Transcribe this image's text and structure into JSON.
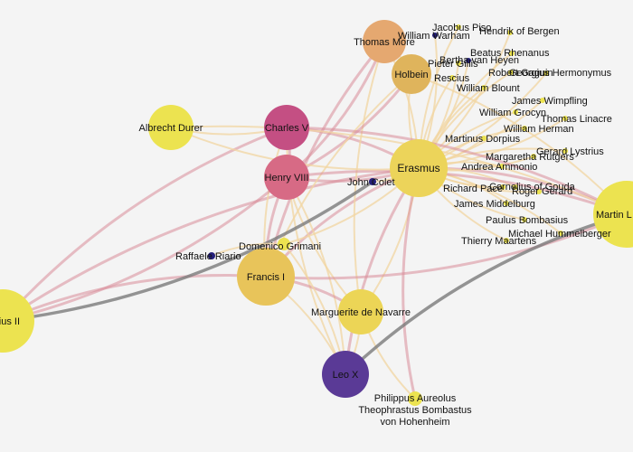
{
  "palette": {
    "background": "#f4f4f4",
    "edge_light": "#f2d6a2",
    "edge_pink": "#d98c99",
    "edge_gray": "#7a7a7a",
    "yellow": "#ece350",
    "orange_light": "#e8c45a",
    "orange": "#e5a870",
    "tan": "#dca968",
    "magenta": "#c44f83",
    "rose": "#d76a85",
    "purple": "#5a3a96",
    "navy": "#241f7a"
  },
  "network": {
    "nodes": [
      {
        "id": "erasmus",
        "label": "Erasmus",
        "color": "#ecd45a",
        "size": "hub"
      },
      {
        "id": "thomas_more",
        "label": "Thomas More",
        "color": "#e5a870",
        "size": "large"
      },
      {
        "id": "holbein",
        "label": "Holbein",
        "color": "#dfb45c",
        "size": "medium"
      },
      {
        "id": "charles_v",
        "label": "Charles V",
        "color": "#c44f83",
        "size": "large"
      },
      {
        "id": "henry_viii",
        "label": "Henry VIII",
        "color": "#d76a85",
        "size": "large"
      },
      {
        "id": "albrecht_durer",
        "label": "Albrecht Durer",
        "color": "#ece350",
        "size": "large"
      },
      {
        "id": "francis_i",
        "label": "Francis I",
        "color": "#e8c45a",
        "size": "large"
      },
      {
        "id": "marguerite",
        "label": "Marguerite de Navarre",
        "color": "#ecd556",
        "size": "large"
      },
      {
        "id": "leo_x",
        "label": "Leo X",
        "color": "#5a3a96",
        "size": "large"
      },
      {
        "id": "julius_ii",
        "label": "ius II",
        "color": "#ece350",
        "size": "large"
      },
      {
        "id": "martin_luther",
        "label": "Martin L",
        "color": "#ece350",
        "size": "large"
      },
      {
        "id": "paracelsus",
        "label": "Philippus Aureolus Theophrastus Bombastus von Hohenheim",
        "lines": [
          "Philippus Aureolus",
          "Theophrastus Bombastus",
          "von Hohenheim"
        ],
        "color": "#ece350",
        "size": "small"
      },
      {
        "id": "john_colet",
        "label": "John Colet",
        "color": "#241f7a",
        "size": "dot"
      },
      {
        "id": "raffaele_riario",
        "label": "Raffaele Riario",
        "color": "#241f7a",
        "size": "dot"
      },
      {
        "id": "domenico_grimani",
        "label": "Domenico Grimani",
        "color": "#ece350",
        "size": "small"
      },
      {
        "id": "jacobus_piso",
        "label": "Jacobus Piso",
        "color": "#ece350",
        "size": "small"
      },
      {
        "id": "william_warham",
        "label": "William Warham",
        "color": "#241f7a",
        "size": "dot"
      },
      {
        "id": "hendrik_of_bergen",
        "label": "Hendrik of Bergen",
        "color": "#ece350",
        "size": "small"
      },
      {
        "id": "beatus_rhenanus",
        "label": "Beatus Rhenanus",
        "color": "#ece350",
        "size": "small"
      },
      {
        "id": "bertha_van_heyen",
        "label": "Bertha van Heyen",
        "color": "#241f7a",
        "size": "dot"
      },
      {
        "id": "pieter_gillis",
        "label": "Pieter Gillis",
        "color": "#ece350",
        "size": "small"
      },
      {
        "id": "robert_gaguin",
        "label": "Robert Gaguin",
        "color": "#ece350",
        "size": "small"
      },
      {
        "id": "georgius_hermonymus",
        "label": "Georgius Hermonymus",
        "color": "#ece350",
        "size": "small"
      },
      {
        "id": "rescius",
        "label": "Rescius",
        "color": "#ece350",
        "size": "small"
      },
      {
        "id": "william_blount",
        "label": "William Blount",
        "color": "#ece350",
        "size": "small"
      },
      {
        "id": "james_wimpfling",
        "label": "James Wimpfling",
        "color": "#ece350",
        "size": "small"
      },
      {
        "id": "william_grocyn",
        "label": "William Grocyn",
        "color": "#ece350",
        "size": "small"
      },
      {
        "id": "thomas_linacre",
        "label": "Thomas Linacre",
        "color": "#ece350",
        "size": "small"
      },
      {
        "id": "william_herman",
        "label": "William Herman",
        "color": "#ece350",
        "size": "small"
      },
      {
        "id": "martinus_dorpius",
        "label": "Martinus Dorpius",
        "color": "#ece350",
        "size": "small"
      },
      {
        "id": "gerard_lystrius",
        "label": "Gerard Lystrius",
        "color": "#ece350",
        "size": "small"
      },
      {
        "id": "margaretha_rutgers",
        "label": "Margaretha Rutgers",
        "color": "#ece350",
        "size": "small"
      },
      {
        "id": "andrea_ammonio",
        "label": "Andrea Ammonio",
        "color": "#ece350",
        "size": "small"
      },
      {
        "id": "richard_pace",
        "label": "Richard Pace",
        "color": "#ece350",
        "size": "small"
      },
      {
        "id": "cornelius_of_gouda",
        "label": "Cornelius of Gouda",
        "color": "#ece350",
        "size": "small"
      },
      {
        "id": "roger_gerard",
        "label": "Roger Gerard",
        "color": "#ece350",
        "size": "small"
      },
      {
        "id": "james_middelburg",
        "label": "James Middelburg",
        "color": "#ece350",
        "size": "small"
      },
      {
        "id": "paulus_bombasius",
        "label": "Paulus Bombasius",
        "color": "#ece350",
        "size": "small"
      },
      {
        "id": "michael_hummelberger",
        "label": "Michael Hummelberger",
        "color": "#ece350",
        "size": "small"
      },
      {
        "id": "thierry_maartens",
        "label": "Thierry Maartens",
        "color": "#ece350",
        "size": "small"
      }
    ],
    "edges": [
      {
        "from": "erasmus",
        "to": "thomas_more",
        "tone": "light"
      },
      {
        "from": "erasmus",
        "to": "holbein",
        "tone": "light"
      },
      {
        "from": "erasmus",
        "to": "charles_v",
        "tone": "pink"
      },
      {
        "from": "erasmus",
        "to": "henry_viii",
        "tone": "pink"
      },
      {
        "from": "erasmus",
        "to": "francis_i",
        "tone": "pink"
      },
      {
        "from": "erasmus",
        "to": "marguerite",
        "tone": "light"
      },
      {
        "from": "erasmus",
        "to": "leo_x",
        "tone": "pink"
      },
      {
        "from": "erasmus",
        "to": "martin_luther",
        "tone": "pink"
      },
      {
        "from": "erasmus",
        "to": "paracelsus",
        "tone": "pink"
      },
      {
        "from": "erasmus",
        "to": "john_colet",
        "tone": "light"
      },
      {
        "from": "erasmus",
        "to": "julius_ii",
        "tone": "pink"
      },
      {
        "from": "erasmus",
        "to": "domenico_grimani",
        "tone": "light"
      },
      {
        "from": "erasmus",
        "to": "william_warham",
        "tone": "light"
      },
      {
        "from": "erasmus",
        "to": "jacobus_piso",
        "tone": "light"
      },
      {
        "from": "erasmus",
        "to": "hendrik_of_bergen",
        "tone": "light"
      },
      {
        "from": "erasmus",
        "to": "beatus_rhenanus",
        "tone": "light"
      },
      {
        "from": "erasmus",
        "to": "pieter_gillis",
        "tone": "light"
      },
      {
        "from": "erasmus",
        "to": "robert_gaguin",
        "tone": "light"
      },
      {
        "from": "erasmus",
        "to": "georgius_hermonymus",
        "tone": "light"
      },
      {
        "from": "erasmus",
        "to": "william_blount",
        "tone": "light"
      },
      {
        "from": "erasmus",
        "to": "james_wimpfling",
        "tone": "light"
      },
      {
        "from": "erasmus",
        "to": "william_grocyn",
        "tone": "light"
      },
      {
        "from": "erasmus",
        "to": "thomas_linacre",
        "tone": "light"
      },
      {
        "from": "erasmus",
        "to": "william_herman",
        "tone": "light"
      },
      {
        "from": "erasmus",
        "to": "martinus_dorpius",
        "tone": "light"
      },
      {
        "from": "erasmus",
        "to": "gerard_lystrius",
        "tone": "light"
      },
      {
        "from": "erasmus",
        "to": "margaretha_rutgers",
        "tone": "light"
      },
      {
        "from": "erasmus",
        "to": "andrea_ammonio",
        "tone": "light"
      },
      {
        "from": "erasmus",
        "to": "richard_pace",
        "tone": "light"
      },
      {
        "from": "erasmus",
        "to": "cornelius_of_gouda",
        "tone": "light"
      },
      {
        "from": "erasmus",
        "to": "roger_gerard",
        "tone": "light"
      },
      {
        "from": "erasmus",
        "to": "james_middelburg",
        "tone": "light"
      },
      {
        "from": "erasmus",
        "to": "paulus_bombasius",
        "tone": "light"
      },
      {
        "from": "erasmus",
        "to": "michael_hummelberger",
        "tone": "light"
      },
      {
        "from": "erasmus",
        "to": "thierry_maartens",
        "tone": "light"
      },
      {
        "from": "erasmus",
        "to": "rescius",
        "tone": "light"
      },
      {
        "from": "erasmus",
        "to": "bertha_van_heyen",
        "tone": "light"
      },
      {
        "from": "thomas_more",
        "to": "henry_viii",
        "tone": "pink"
      },
      {
        "from": "thomas_more",
        "to": "francis_i",
        "tone": "pink"
      },
      {
        "from": "thomas_more",
        "to": "holbein",
        "tone": "light"
      },
      {
        "from": "thomas_more",
        "to": "marguerite",
        "tone": "light"
      },
      {
        "from": "holbein",
        "to": "henry_viii",
        "tone": "pink"
      },
      {
        "from": "holbein",
        "to": "francis_i",
        "tone": "light"
      },
      {
        "from": "holbein",
        "to": "martin_luther",
        "tone": "light"
      },
      {
        "from": "charles_v",
        "to": "julius_ii",
        "tone": "pink"
      },
      {
        "from": "charles_v",
        "to": "henry_viii",
        "tone": "pink"
      },
      {
        "from": "charles_v",
        "to": "francis_i",
        "tone": "light"
      },
      {
        "from": "charles_v",
        "to": "martin_luther",
        "tone": "pink"
      },
      {
        "from": "charles_v",
        "to": "leo_x",
        "tone": "light"
      },
      {
        "from": "henry_viii",
        "to": "julius_ii",
        "tone": "pink"
      },
      {
        "from": "henry_viii",
        "to": "francis_i",
        "tone": "pink"
      },
      {
        "from": "henry_viii",
        "to": "martin_luther",
        "tone": "pink"
      },
      {
        "from": "henry_viii",
        "to": "marguerite",
        "tone": "light"
      },
      {
        "from": "henry_viii",
        "to": "leo_x",
        "tone": "light"
      },
      {
        "from": "albrecht_durer",
        "to": "erasmus",
        "tone": "light"
      },
      {
        "from": "albrecht_durer",
        "to": "martin_luther",
        "tone": "light"
      },
      {
        "from": "albrecht_durer",
        "to": "charles_v",
        "tone": "light"
      },
      {
        "from": "francis_i",
        "to": "marguerite",
        "tone": "pink"
      },
      {
        "from": "francis_i",
        "to": "julius_ii",
        "tone": "pink"
      },
      {
        "from": "francis_i",
        "to": "leo_x",
        "tone": "light"
      },
      {
        "from": "francis_i",
        "to": "martin_luther",
        "tone": "pink"
      },
      {
        "from": "marguerite",
        "to": "leo_x",
        "tone": "light"
      },
      {
        "from": "marguerite",
        "to": "paracelsus",
        "tone": "light"
      },
      {
        "from": "leo_x",
        "to": "martin_luther",
        "tone": "gray"
      },
      {
        "from": "julius_ii",
        "to": "john_colet",
        "tone": "gray"
      },
      {
        "from": "raffaele_riario",
        "to": "domenico_grimani",
        "tone": "light"
      },
      {
        "from": "leo_x",
        "to": "domenico_grimani",
        "tone": "light"
      }
    ]
  }
}
